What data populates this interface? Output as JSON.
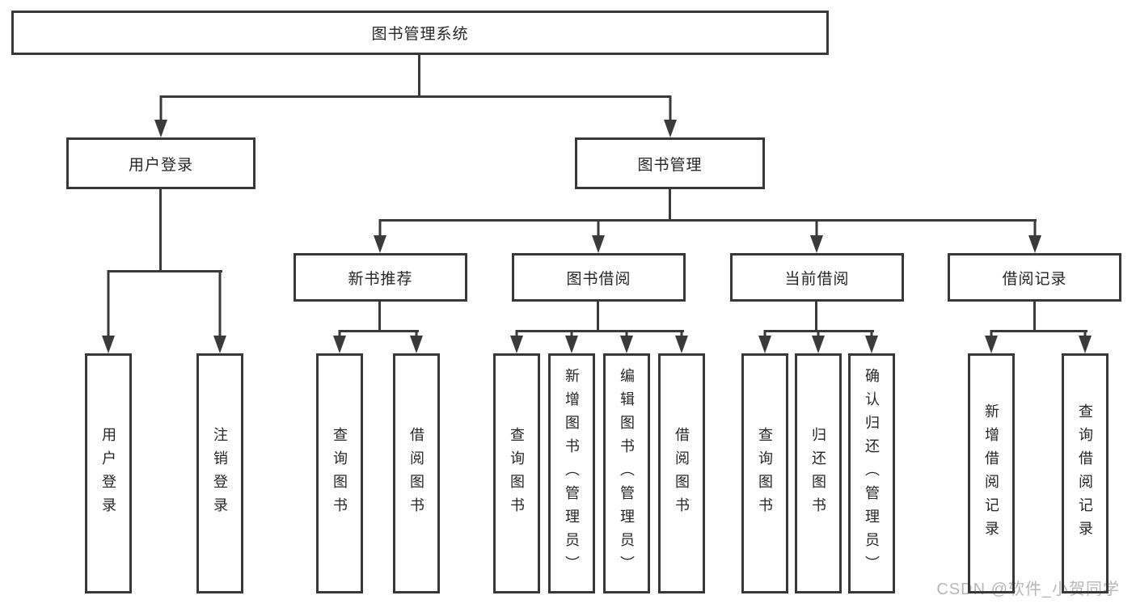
{
  "diagram_type": "hierarchy",
  "colors": {
    "line": "#3a3a3a",
    "border": "#383838",
    "text": "#262626",
    "background": "#ffffff",
    "watermark": "#b9b6b6"
  },
  "tree": {
    "label": "图书管理系统",
    "children": [
      {
        "label": "用户登录",
        "children": [
          {
            "label": "用户登录"
          },
          {
            "label": "注销登录"
          }
        ]
      },
      {
        "label": "图书管理",
        "children": [
          {
            "label": "新书推荐",
            "children": [
              {
                "label": "查询图书"
              },
              {
                "label": "借阅图书"
              }
            ]
          },
          {
            "label": "图书借阅",
            "children": [
              {
                "label": "查询图书"
              },
              {
                "label": "新增图书（管理员）"
              },
              {
                "label": "编辑图书（管理员）"
              },
              {
                "label": "借阅图书"
              }
            ]
          },
          {
            "label": "当前借阅",
            "children": [
              {
                "label": "查询图书"
              },
              {
                "label": "归还图书"
              },
              {
                "label": "确认归还（管理员）"
              }
            ]
          },
          {
            "label": "借阅记录",
            "children": [
              {
                "label": "新增借阅记录"
              },
              {
                "label": "查询借阅记录"
              }
            ]
          }
        ]
      }
    ]
  },
  "watermark": {
    "text": "CSDN @软件_小贺同学"
  }
}
